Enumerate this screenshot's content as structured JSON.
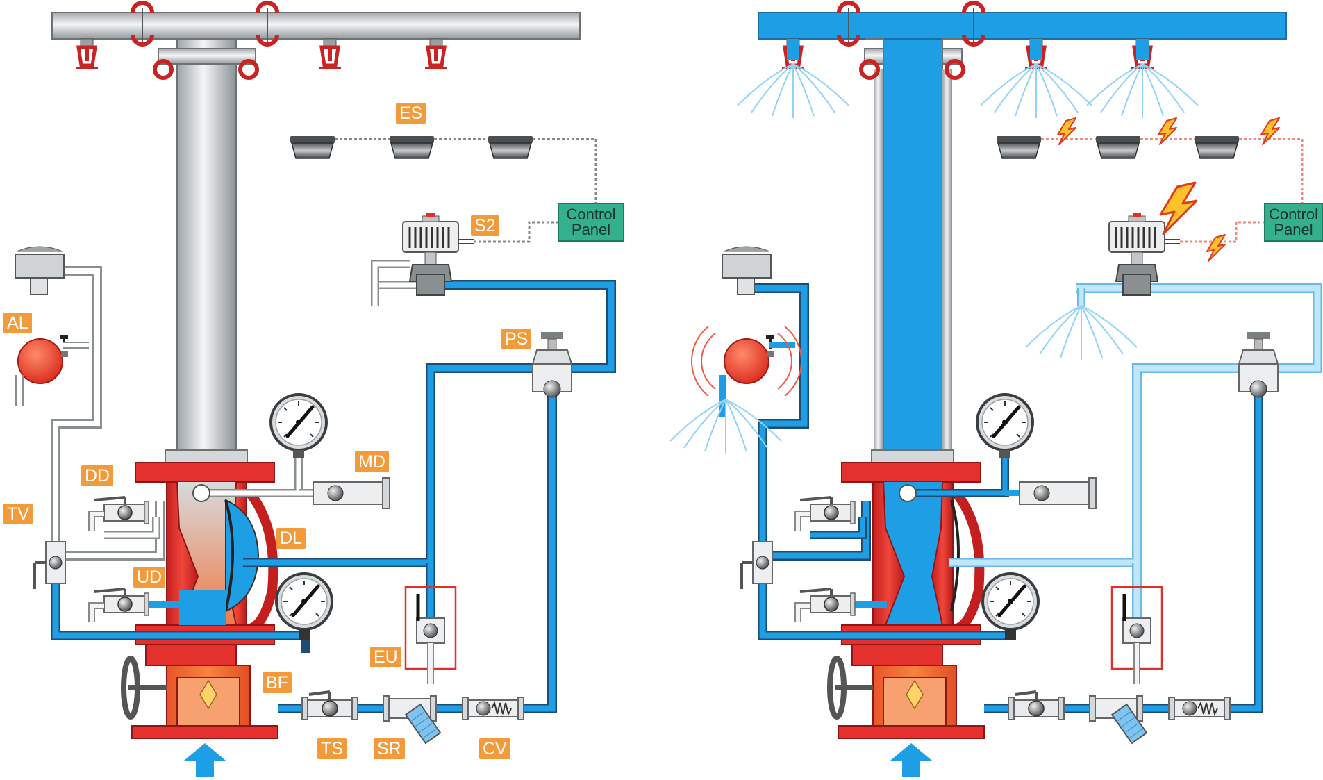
{
  "colors": {
    "water": "#1e9ee4",
    "water_light": "#8fd3f5",
    "air_pipe": "#c8cccf",
    "valve_red": "#e5312e",
    "valve_orange": "#f06a2f",
    "label_bg": "#f39a3b",
    "panel_bg": "#34b08f",
    "spark": "#ffb81f"
  },
  "labels": {
    "es": "ES",
    "s2": "S2",
    "al": "AL",
    "ps": "PS",
    "md": "MD",
    "dd": "DD",
    "tv": "TV",
    "dl": "DL",
    "ud": "UD",
    "eu": "EU",
    "bf": "BF",
    "ts": "TS",
    "sr": "SR",
    "cv": "CV"
  },
  "control_panel": {
    "left": [
      "Control",
      "Panel"
    ],
    "right": [
      "Control",
      "Panel"
    ]
  },
  "icons": [
    "sprinkler-head-icon",
    "smoke-detector-icon",
    "solenoid-valve-icon",
    "pressure-gauge-icon",
    "alarm-bell-icon",
    "gate-valve-wheel-icon",
    "inlet-arrow-icon",
    "electric-spark-icon"
  ]
}
